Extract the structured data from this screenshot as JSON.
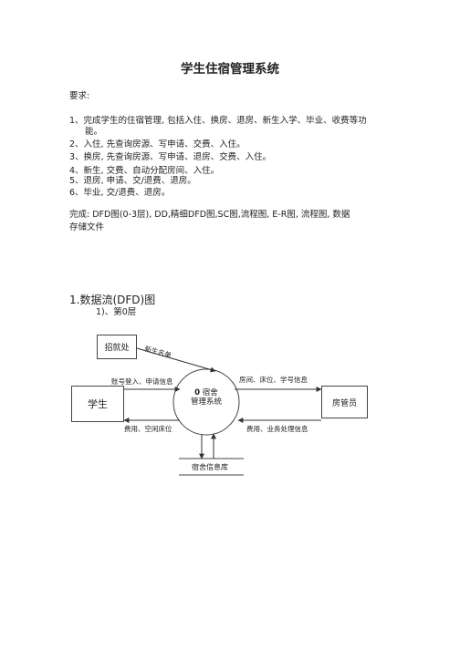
{
  "document": {
    "title": "学生住宿管理系统",
    "requirements_label": "要求:",
    "requirements": [
      "1、完成学生的住宿管理, 包括入住、换房、退房、新生入学、毕业、收费等功",
      "能。",
      "2、入住, 先查询房源、写申请、交费、入住。",
      "3、换房, 先查询房源、写申请、退房、交费、入住。",
      "4、新生, 交费、自动分配房间、入住。",
      "5、退房, 申请、交/退费、退房。",
      "6、毕业, 交/退费、退房。"
    ],
    "completion": [
      "完成: DFD图(0-3层), DD,精细DFD图,SC图,流程图, E-R图, 流程图, 数据",
      "存储文件"
    ],
    "section_heading": "1.数据流(DFD)图",
    "subsection_heading": "1)、第0层"
  },
  "diagram": {
    "entities": {
      "admissions": "招就处",
      "student": "学生",
      "housing_manager": "房管员"
    },
    "process": {
      "number": "0",
      "name_line1": "宿舍",
      "name_line2": "管理系统"
    },
    "datastore": "宿舍信息库",
    "flows": {
      "new_student_list": "新生名单",
      "account_login": "账号登入、申请信息",
      "room_bed_id": "房间、床位、学号信息",
      "fee_free_bed": "费用、空闲床位",
      "fee_business": "费用、业务处理信息"
    }
  }
}
